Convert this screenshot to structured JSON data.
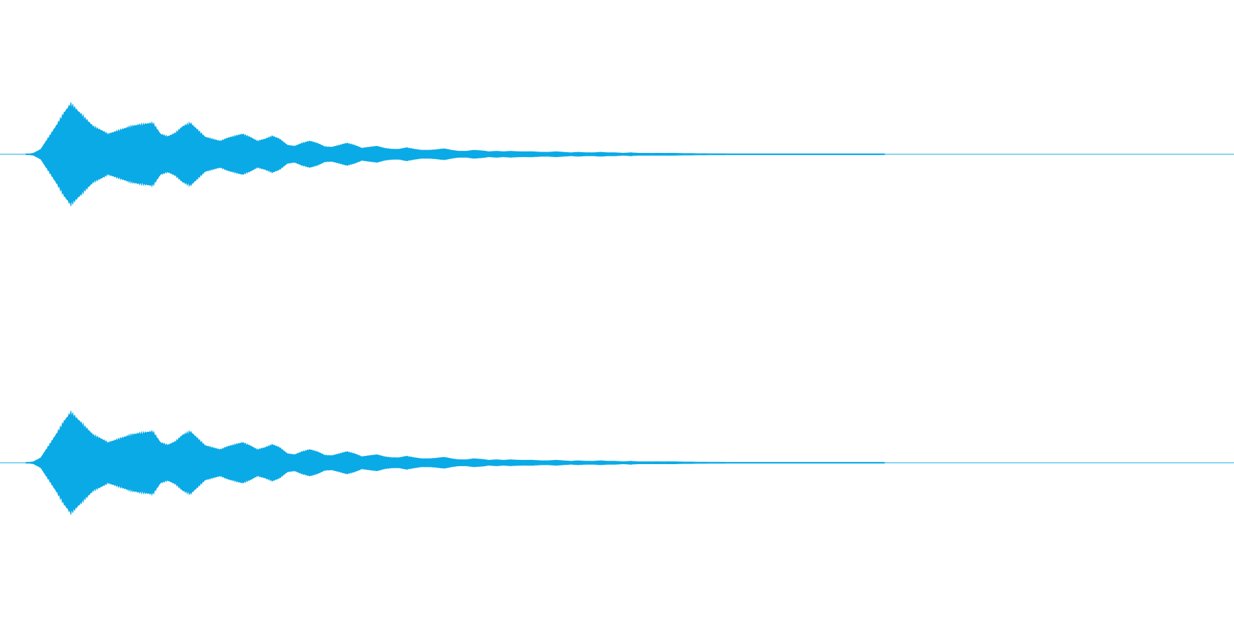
{
  "waveform": {
    "color": "#0aaae6",
    "background": "#ffffff",
    "channels": [
      {
        "name": "channel-1"
      },
      {
        "name": "channel-2"
      }
    ],
    "amplitude_envelope": [
      0.0,
      0.02,
      0.1,
      0.33,
      0.55,
      0.8,
      1.0,
      0.85,
      0.7,
      0.55,
      0.48,
      0.4,
      0.45,
      0.5,
      0.55,
      0.58,
      0.6,
      0.62,
      0.4,
      0.35,
      0.42,
      0.55,
      0.62,
      0.48,
      0.34,
      0.3,
      0.26,
      0.32,
      0.36,
      0.4,
      0.34,
      0.26,
      0.3,
      0.36,
      0.3,
      0.18,
      0.16,
      0.22,
      0.26,
      0.22,
      0.15,
      0.14,
      0.18,
      0.22,
      0.18,
      0.12,
      0.14,
      0.16,
      0.12,
      0.1,
      0.1,
      0.13,
      0.1,
      0.08,
      0.08,
      0.09,
      0.11,
      0.08,
      0.06,
      0.06,
      0.08,
      0.07,
      0.05,
      0.06,
      0.05,
      0.06,
      0.05,
      0.05,
      0.05,
      0.04,
      0.04,
      0.05,
      0.04,
      0.03,
      0.04,
      0.03,
      0.03,
      0.04,
      0.03,
      0.03,
      0.02,
      0.03,
      0.02,
      0.02,
      0.02,
      0.02,
      0.02,
      0.02,
      0.015,
      0.015,
      0.012,
      0.012,
      0.01,
      0.01,
      0.008,
      0.008,
      0.006,
      0.006,
      0.005,
      0.004,
      0.004,
      0.003,
      0.003,
      0.003,
      0.002,
      0.002,
      0.002,
      0.002,
      0.002,
      0.001,
      0.001,
      0.001,
      0.001,
      0.001,
      0.001,
      0.0
    ]
  }
}
